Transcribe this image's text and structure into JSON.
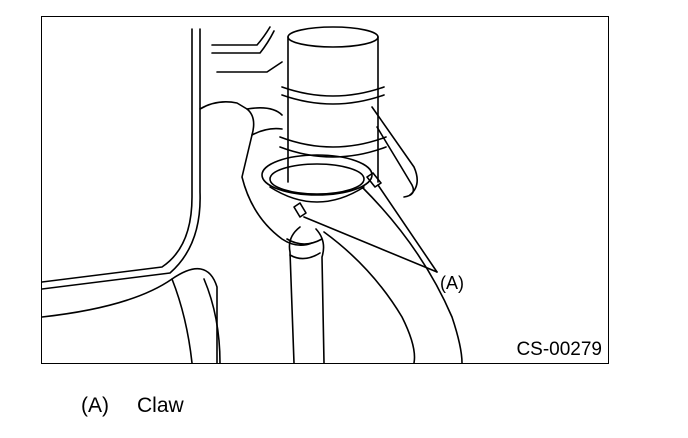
{
  "figure": {
    "code": "CS-00279",
    "callout": "(A)"
  },
  "legend": {
    "key": "(A)",
    "label": "Claw"
  },
  "colors": {
    "line": "#000000",
    "background": "#ffffff"
  }
}
